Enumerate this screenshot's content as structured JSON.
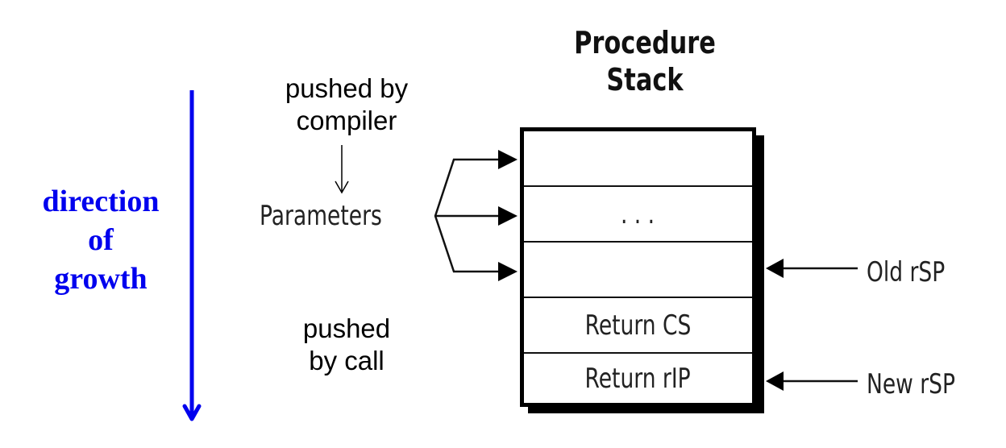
{
  "growth": {
    "lines": [
      "direction",
      "of",
      "growth"
    ],
    "color": "#0000ee"
  },
  "title": {
    "lines": [
      "Procedure",
      "Stack"
    ]
  },
  "notes": {
    "compiler": [
      "pushed by",
      "compiler"
    ],
    "call": [
      "pushed",
      "by call"
    ]
  },
  "parameters_label": "Parameters",
  "stack": {
    "rows": [
      {
        "label": ""
      },
      {
        "label": ". . ."
      },
      {
        "label": ""
      },
      {
        "label": "Return CS"
      },
      {
        "label": "Return rIP"
      }
    ]
  },
  "pointers": {
    "old": "Old rSP",
    "new": "New rSP"
  }
}
